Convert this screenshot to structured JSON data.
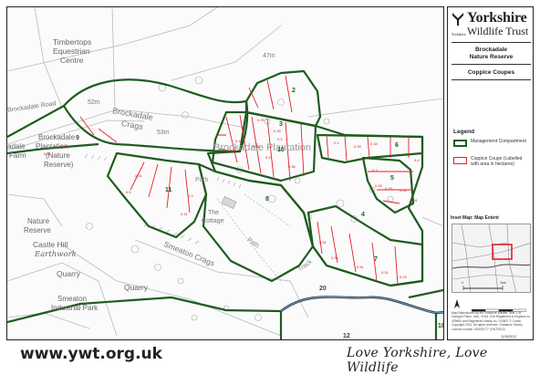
{
  "organisation": {
    "logo_small_text": "Yorkshire",
    "name_line1": "Yorkshire",
    "name_line2": "Wildlife Trust"
  },
  "reserve": {
    "name_line1": "Brockadale",
    "name_line2": "Nature Reserve",
    "map_title": "Coppice Coupes"
  },
  "legend": {
    "title": "Legend",
    "items": [
      {
        "label": "Management Compartment",
        "color": "#1f5c1f"
      },
      {
        "label": "Coppice Coupe (Labelled with area in hectares)",
        "color": "#e0202a"
      }
    ]
  },
  "inset": {
    "title": "Inset Map: Map Extent",
    "highlight_color": "#e0202a",
    "scale": {
      "start": "0",
      "end": "1km"
    }
  },
  "fineprint": "Map Reproduced by the Yorkshire Wildlife Trust 1 St Georges Place, York, YO24 1GN Registered in England no. 409650 and Registered charity no. 210807 © Crown Copyright 2012. All rights reserved. Ordnance Survey Licence number 100033777 (YWT2012)",
  "fineprint_date": "11/09/2012",
  "footer": {
    "url": "www.ywt.org.uk",
    "tagline": "Love Yorkshire, Love Wildlife"
  },
  "map_labels": {
    "places": [
      {
        "id": "timbertops-1",
        "text": "Timbertops"
      },
      {
        "id": "timbertops-2",
        "text": "Equestrian"
      },
      {
        "id": "timbertops-3",
        "text": "Centre"
      },
      {
        "id": "brockadale-road",
        "text": "Brockadale Road"
      },
      {
        "id": "brockadale-crags",
        "text": "Brockadale"
      },
      {
        "id": "crags",
        "text": "Crags"
      },
      {
        "id": "plantation-1",
        "text": "Brockadale"
      },
      {
        "id": "plantation-2",
        "text": "Plantation"
      },
      {
        "id": "plantation-3",
        "text": "(Nature"
      },
      {
        "id": "plantation-4",
        "text": "Reserve)"
      },
      {
        "id": "adale",
        "text": "adale"
      },
      {
        "id": "farm",
        "text": "Farm"
      },
      {
        "id": "brockadale-plantation-big",
        "text": "Brockadale Plantation"
      },
      {
        "id": "nature-reserve-1",
        "text": "Nature"
      },
      {
        "id": "nature-reserve-2",
        "text": "Reserve"
      },
      {
        "id": "castle-hill-1",
        "text": "Castle Hill"
      },
      {
        "id": "castle-hill-2",
        "text": "Earthwork"
      },
      {
        "id": "quarry-1",
        "text": "Quarry"
      },
      {
        "id": "quarry-2",
        "text": "Quarry"
      },
      {
        "id": "smeaton-crags",
        "text": "Smeaton Crags"
      },
      {
        "id": "smeaton-1",
        "text": "Smeaton"
      },
      {
        "id": "smeaton-2",
        "text": "Industrial Park"
      },
      {
        "id": "the-cottage-1",
        "text": "The"
      },
      {
        "id": "the-cottage-2",
        "text": "Cottage"
      },
      {
        "id": "path-1",
        "text": "Path"
      },
      {
        "id": "path-2",
        "text": "Path"
      },
      {
        "id": "track",
        "text": "Track"
      },
      {
        "id": "h47",
        "text": "47m"
      },
      {
        "id": "h52",
        "text": "52m"
      },
      {
        "id": "h53",
        "text": "53m"
      }
    ],
    "compartments": [
      "2",
      "3",
      "4",
      "5",
      "6",
      "7",
      "8",
      "9",
      "10",
      "11",
      "12",
      "18",
      "20"
    ],
    "coupes": [
      "0.29",
      "0.35",
      "0.3",
      "0.51",
      "0.46",
      "0.49",
      "0.38",
      "0.5",
      "0.36",
      "0.4",
      "0.34",
      "0.39",
      "0.4",
      "0.3",
      "0.29",
      "0.45",
      "0.35",
      "0.31",
      "0.31",
      "0.5",
      "0.3",
      "0.31",
      "0.31",
      "0.31",
      "0.51",
      "0.31",
      "0.29"
    ]
  }
}
